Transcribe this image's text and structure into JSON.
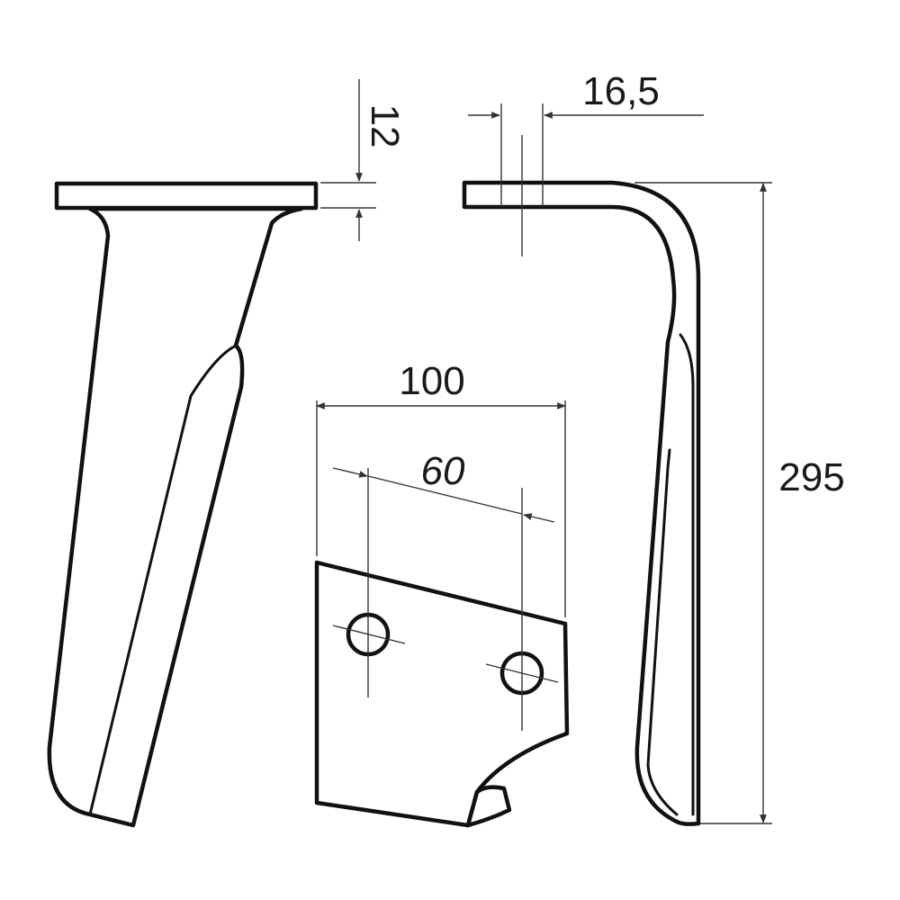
{
  "diagram": {
    "subject": "rotary tiller blade technical drawing",
    "line_color": "#111111",
    "dimensions": {
      "bolt_spacing": "60",
      "plate_width": "100",
      "plate_thickness": "12",
      "bend_offset": "16,5",
      "total_height": "295"
    },
    "views": [
      "front-view",
      "mounting-plate-detail",
      "side-profile-view"
    ]
  }
}
